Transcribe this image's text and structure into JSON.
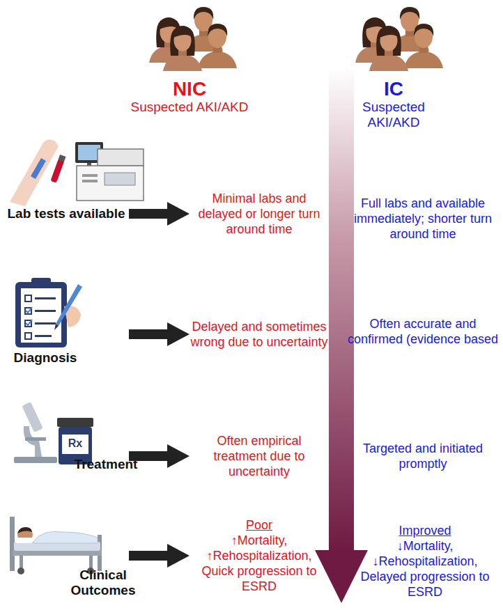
{
  "diagram": {
    "nodes": [
      {
        "text": [
          "Lab tests available"
        ]
      },
      {
        "text": [
          "Minimal labs and delayed or longer turn around time"
        ]
      },
      {
        "text": [
          "Full labs and available immediately; shorter turn around time"
        ]
      },
      {
        "text": [
          "Diagnosis"
        ]
      },
      {
        "text": [
          "Delayed and sometimes wrong due to uncertainty"
        ]
      },
      {
        "text": [
          "Often accurate and confirmed (evidence based"
        ]
      },
      {
        "text": [
          "Treatment"
        ]
      },
      {
        "text": [
          "Often empirical treatment due to uncertainty"
        ]
      },
      {
        "text": [
          "Targeted and initiated promptly"
        ]
      },
      {
        "text": [
          "Clinical Outcomes"
        ]
      },
      {
        "text": [
          "Poor",
          "↑Mortality, ↑Rehospitalization, Quick progression to ESRD"
        ]
      },
      {
        "text": [
          "Improved",
          "↓Mortality, ↓Rehospitalization, Delayed progression to ESRD"
        ]
      }
    ],
    "edges": [
      {
        "from": 0,
        "to": 1,
        "arrow": "to"
      },
      {
        "from": 3,
        "to": 4,
        "arrow": "to"
      },
      {
        "from": 6,
        "to": 7,
        "arrow": "to"
      },
      {
        "from": 9,
        "to": 10,
        "arrow": "to"
      }
    ],
    "labels": [
      "NIC",
      "Suspected AKI/AKD",
      "IC",
      "Suspected AKI/AKD",
      "Rx"
    ]
  }
}
